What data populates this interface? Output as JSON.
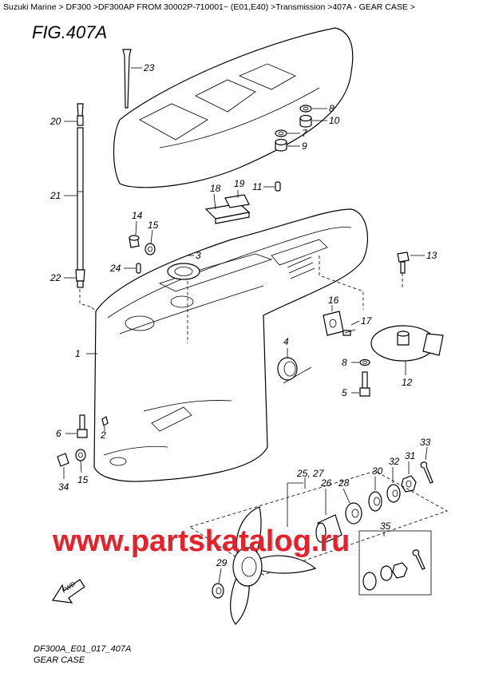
{
  "breadcrumb": "Suzuki Marine > DF300 >DF300AP FROM 30002P-710001~ (E01,E40) >Transmission >407A - GEAR CASE >",
  "figure_title": "FIG.407A",
  "footer_code": "DF300A_E01_017_407A",
  "footer_caption": "GEAR CASE",
  "watermark": "www.partskatalog.ru",
  "watermark_color": "#e8202a",
  "fwd_label": "FWD",
  "callouts": {
    "c23": "23",
    "c20": "20",
    "c21": "21",
    "c22": "22",
    "c8a": "8",
    "c10": "10",
    "c7": "7",
    "c9": "9",
    "c18": "18",
    "c19": "19",
    "c11": "11",
    "c14": "14",
    "c15a": "15",
    "c3": "3",
    "c24": "24",
    "c13": "13",
    "c16": "16",
    "c17": "17",
    "c1": "1",
    "c4": "4",
    "c8b": "8",
    "c12": "12",
    "c5": "5",
    "c6": "6",
    "c2": "2",
    "c34": "34",
    "c15b": "15",
    "c33": "33",
    "c25_27": "25, 27",
    "c26": "26",
    "c28": "28",
    "c30": "30",
    "c32": "32",
    "c31": "31",
    "c35": "35",
    "c29": "29"
  }
}
